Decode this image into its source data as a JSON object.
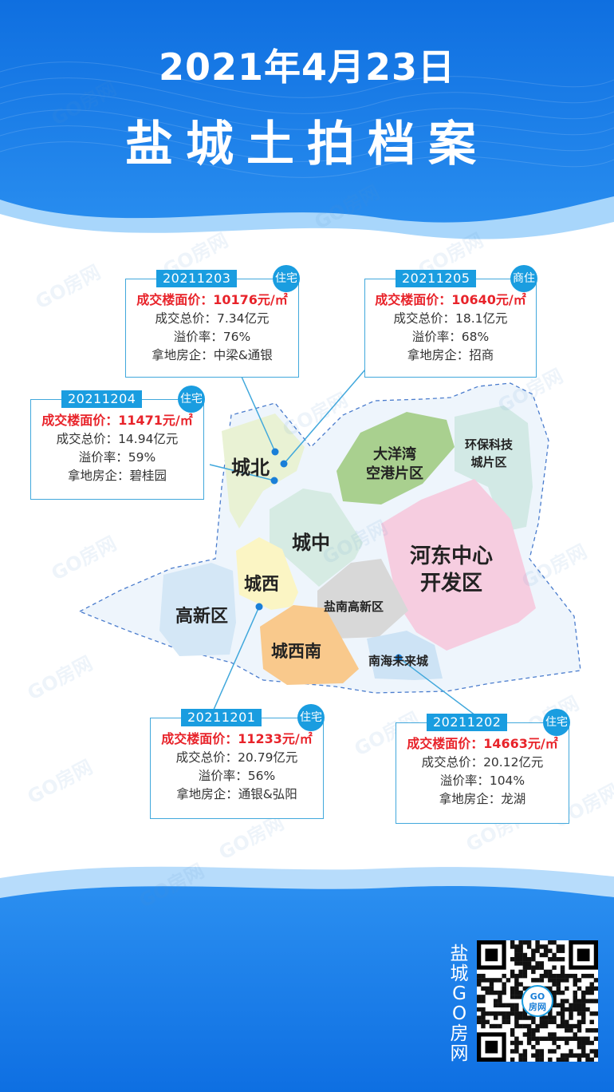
{
  "header": {
    "date": "2021年4月23日",
    "title": "盐城土拍档案"
  },
  "colors": {
    "header_blue": "#1c7fe6",
    "card_border": "#41a8dc",
    "badge_blue": "#1a9de0",
    "price_red": "#e8232a"
  },
  "watermark": "GO房网",
  "map": {
    "zones": [
      {
        "key": "chengbei",
        "label": "城北",
        "color": "#e9f2d4"
      },
      {
        "key": "dayangwan",
        "label_line1": "大洋湾",
        "label_line2": "空港片区",
        "color": "#a9d08f"
      },
      {
        "key": "huanbao",
        "label_line1": "环保科技",
        "label_line2": "城片区",
        "color": "#d2e9e5"
      },
      {
        "key": "chengzhong",
        "label": "城中",
        "color": "#d6ebe3"
      },
      {
        "key": "hedong",
        "label_line1": "河东中心",
        "label_line2": "开发区",
        "color": "#f6cde0"
      },
      {
        "key": "chengxi",
        "label": "城西",
        "color": "#fbf5c4"
      },
      {
        "key": "gaoxin",
        "label": "高新区",
        "color": "#d4e7f6"
      },
      {
        "key": "yannan",
        "label": "盐南高新区",
        "color": "#d8d8d8"
      },
      {
        "key": "chengxinan",
        "label": "城西南",
        "color": "#f9c98c"
      },
      {
        "key": "nanhai",
        "label": "南海未来城",
        "color": "#cde3f5"
      }
    ]
  },
  "parcels": [
    {
      "code": "20211203",
      "type": "住宅",
      "price_label": "成交楼面价：10176元/㎡",
      "total_label": "成交总价：7.34亿元",
      "premium_label": "溢价率：76%",
      "developer_label": "拿地房企：中梁&通银"
    },
    {
      "code": "20211205",
      "type": "商住",
      "price_label": "成交楼面价：10640元/㎡",
      "total_label": "成交总价：18.1亿元",
      "premium_label": "溢价率：68%",
      "developer_label": "拿地房企：招商"
    },
    {
      "code": "20211204",
      "type": "住宅",
      "price_label": "成交楼面价：11471元/㎡",
      "total_label": "成交总价：14.94亿元",
      "premium_label": "溢价率：59%",
      "developer_label": "拿地房企：碧桂园"
    },
    {
      "code": "20211201",
      "type": "住宅",
      "price_label": "成交楼面价：11233元/㎡",
      "total_label": "成交总价：20.79亿元",
      "premium_label": "溢价率：56%",
      "developer_label": "拿地房企：通银&弘阳"
    },
    {
      "code": "20211202",
      "type": "住宅",
      "price_label": "成交楼面价：14663元/㎡",
      "total_label": "成交总价：20.12亿元",
      "premium_label": "溢价率：104%",
      "developer_label": "拿地房企：龙湖"
    }
  ],
  "footer": {
    "brand_chars": [
      "盐",
      "城",
      "G",
      "O",
      "房",
      "网"
    ],
    "qr_badge_line1": "GO",
    "qr_badge_line2": "房网"
  }
}
